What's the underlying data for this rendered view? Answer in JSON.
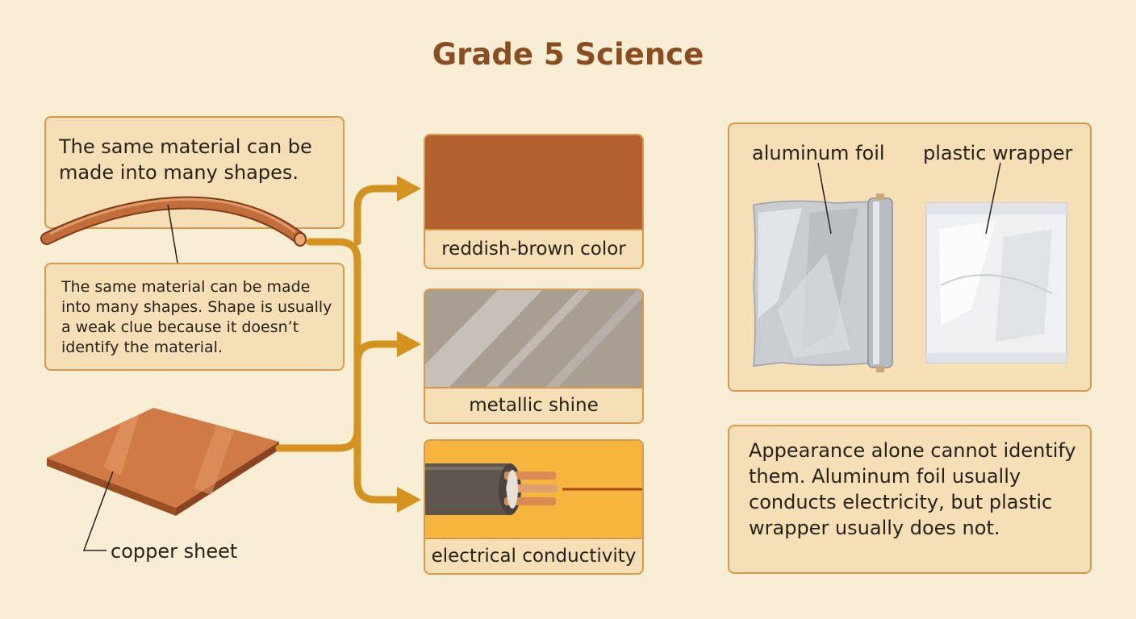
{
  "title": "Grade 5 Science",
  "wire": {
    "callout": "The same material can be made into many shapes.",
    "explanation": "The same material can be made into many shapes. Shape is usually a weak clue because it doesn’t identify the material."
  },
  "sheet": {
    "label": "copper sheet"
  },
  "properties": [
    {
      "label": "reddish-brown color"
    },
    {
      "label": "metallic shine"
    },
    {
      "label": "electrical conductivity"
    }
  ],
  "comparison": {
    "left_label": "aluminum foil",
    "right_label": "plastic wrapper",
    "note": "Appearance alone cannot identify them. Aluminum foil usually conducts electricity, but plastic wrapper usually does not."
  },
  "colors": {
    "background": "#f8edd5",
    "box_fill": "#f5dfb6",
    "box_border": "#d69a4a",
    "title": "#8a4d20",
    "copper": "#b5612f",
    "arrow": "#d4921e",
    "conductivity_bg": "#f6b63e"
  }
}
